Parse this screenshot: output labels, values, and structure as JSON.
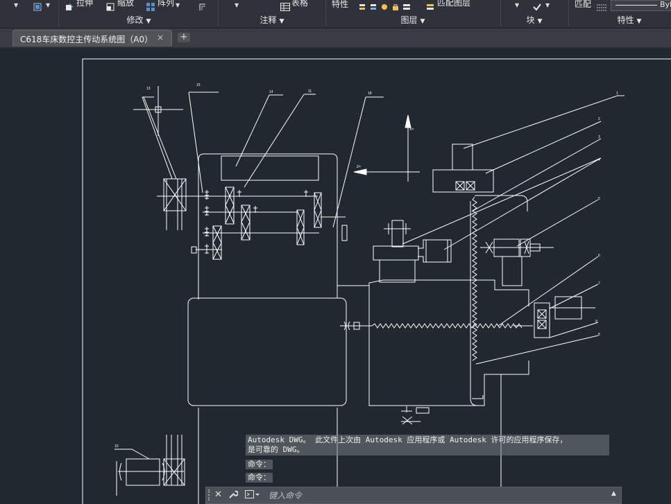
{
  "ribbon": {
    "modify": {
      "stretch": "拉伸",
      "scale": "缩放",
      "array": "阵列",
      "label": "修改"
    },
    "annotation": {
      "table": "表格",
      "label": "注释"
    },
    "layers": {
      "properties": "特性",
      "match_layer": "匹配图层",
      "label": "图层"
    },
    "block": {
      "label": "块"
    },
    "properties": {
      "match": "匹配",
      "lineweight": "ByL",
      "label": "特性"
    }
  },
  "tabs": [
    {
      "title": "C618车床数控主传动系统图（A0）",
      "close": "×"
    }
  ],
  "tab_add": "+",
  "drawing": {
    "balloons": [
      "1",
      "2",
      "3",
      "4",
      "5",
      "6",
      "7",
      "9",
      "8",
      "10",
      "13",
      "15",
      "14",
      "11",
      "18"
    ],
    "axis_x": "X=",
    "axis_z": "Z="
  },
  "command": {
    "history_line1": "Autodesk DWG。  此文件上次由 Autodesk 应用程序或 Autodesk 许可的应用程序保存，",
    "history_line2": "是可靠的 DWG。",
    "prompt1": "命令：",
    "prompt2": "命令：",
    "placeholder": "键入命令"
  },
  "colors": {
    "canvas": "#212830",
    "ribbon": "#2f3339",
    "line": "#ffffff",
    "cmdbar": "#4b5056"
  }
}
